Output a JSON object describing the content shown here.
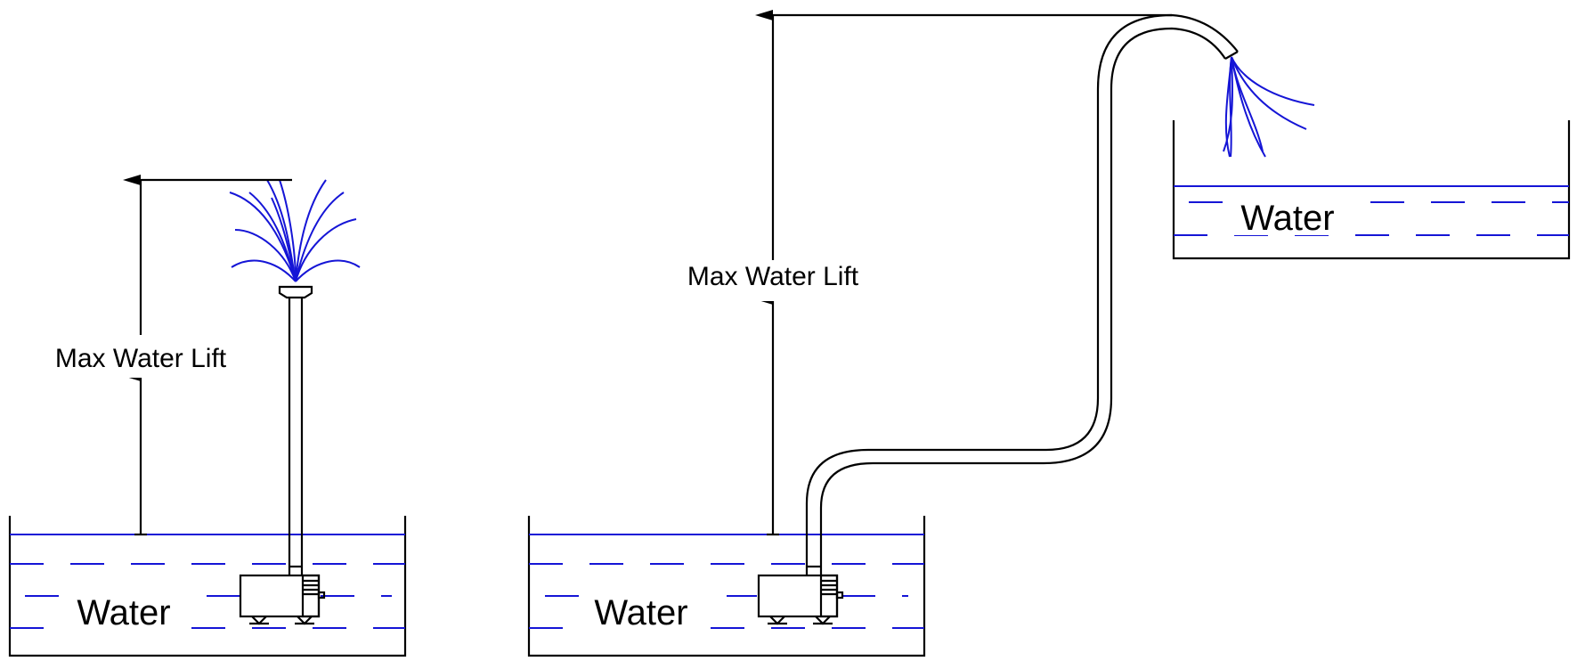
{
  "colors": {
    "water": "#1515d6",
    "ink": "#000000"
  },
  "left_setup": {
    "dimension_label": "Max Water Lift",
    "water_label": "Water"
  },
  "right_setup": {
    "dimension_label": "Max Water Lift",
    "lower_water_label": "Water",
    "upper_water_label": "Water"
  }
}
